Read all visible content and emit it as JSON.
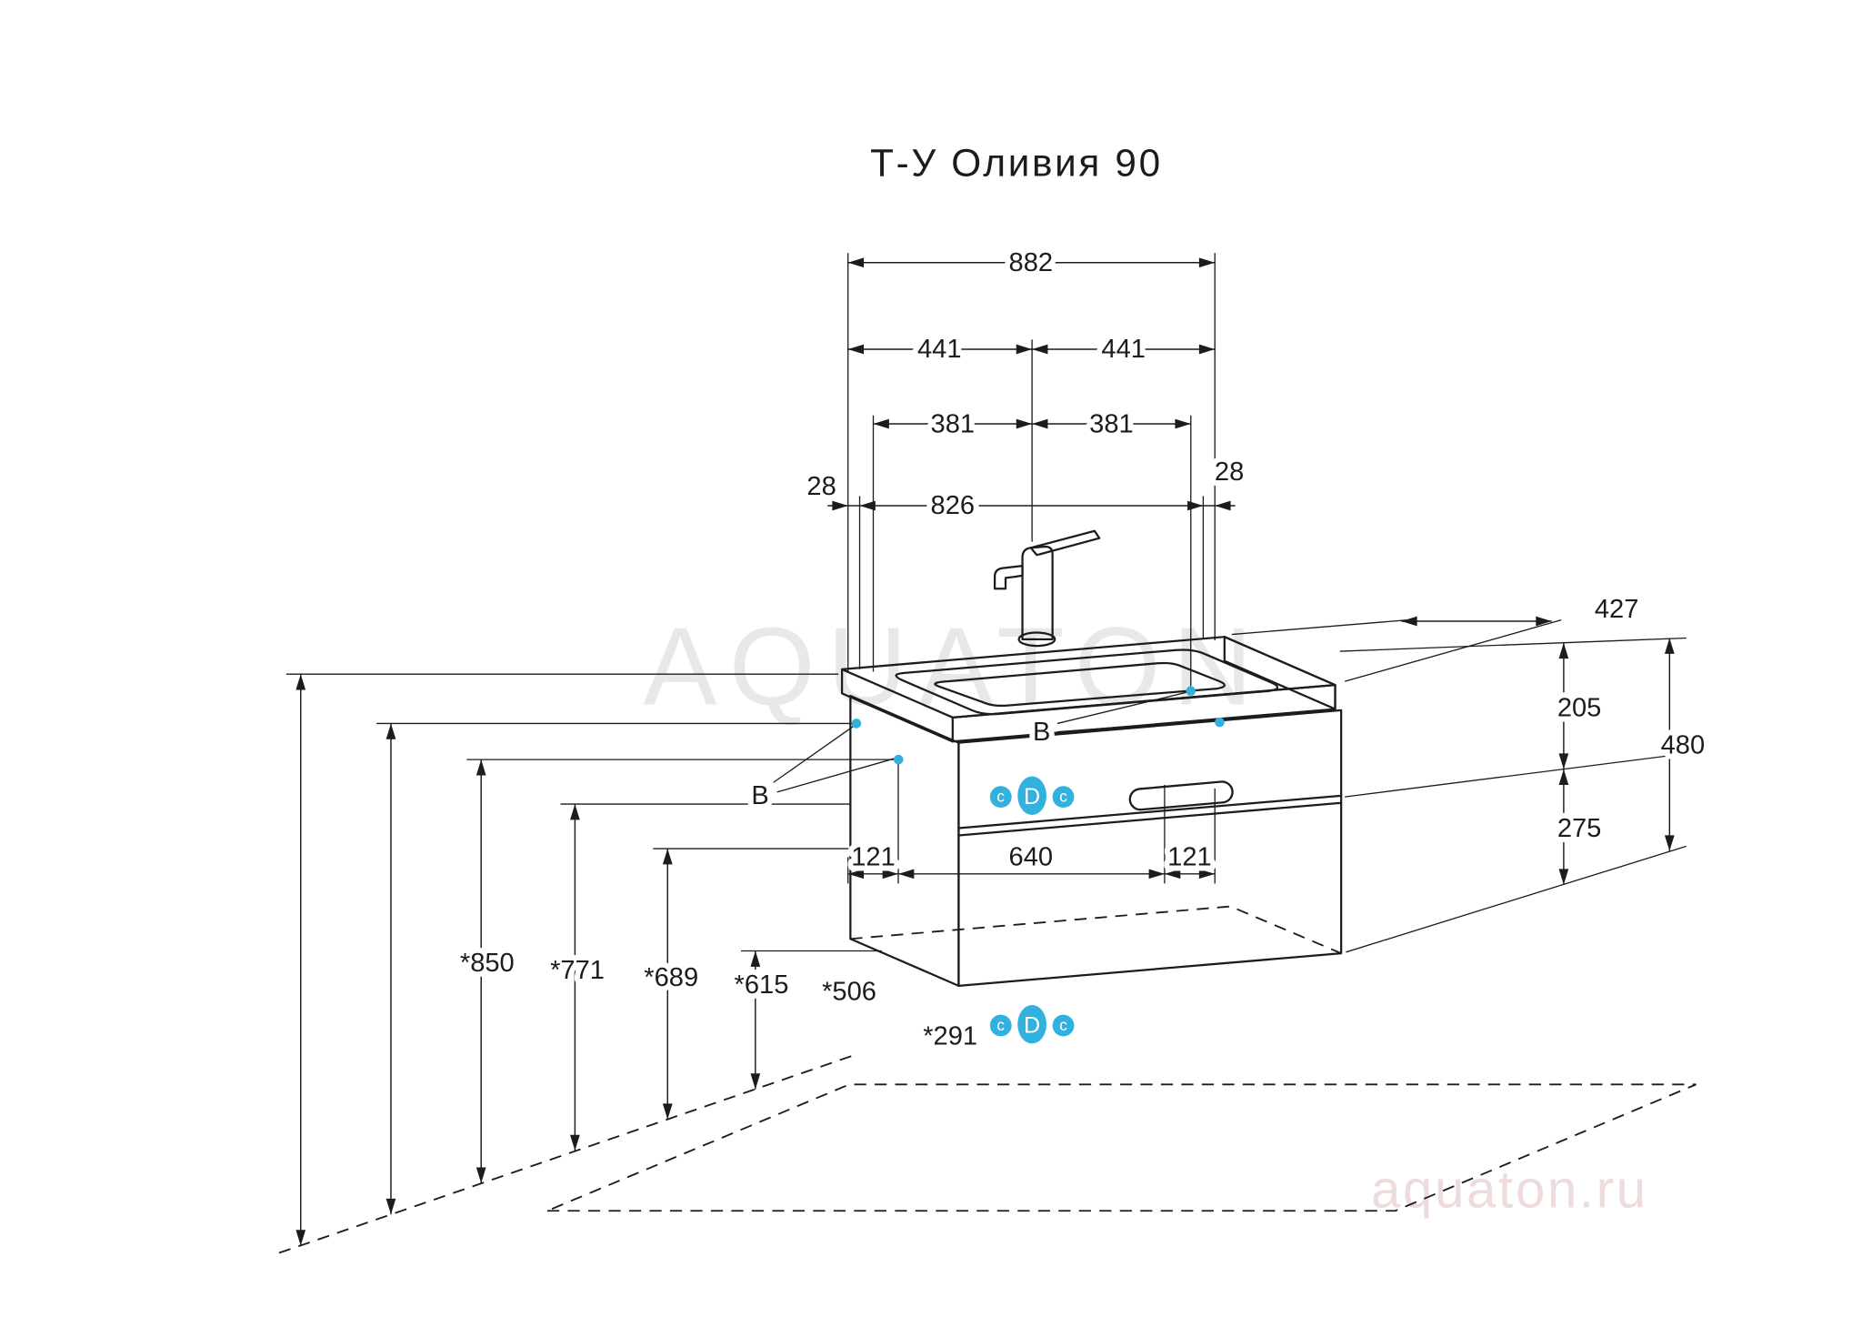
{
  "title": "Т-У Оливия 90",
  "watermarks": {
    "center": "AQUATON",
    "site": "aquaton.ru"
  },
  "colors": {
    "accent_blue": "#31b2de",
    "line": "#1c1c1c",
    "watermark_gray": "#e8e8e8",
    "watermark_pink": "#eedcdc"
  },
  "dims": {
    "width_total": "882",
    "width_half_left": "441",
    "width_half_right": "441",
    "mount_381_left": "381",
    "mount_381_right": "381",
    "edge_28_left": "28",
    "edge_28_right": "28",
    "width_826": "826",
    "depth_427": "427",
    "side_205": "205",
    "side_275": "275",
    "side_480": "480",
    "bottom_121_left": "121",
    "bottom_640": "640",
    "bottom_121_right": "121",
    "floor_850": "*850",
    "floor_771": "*771",
    "floor_689": "*689",
    "floor_615": "*615",
    "floor_506": "*506",
    "floor_291": "*291"
  },
  "callouts": {
    "bracket_left": "В",
    "bracket_right": "В",
    "drain_label": "D",
    "connection_label": "c"
  }
}
